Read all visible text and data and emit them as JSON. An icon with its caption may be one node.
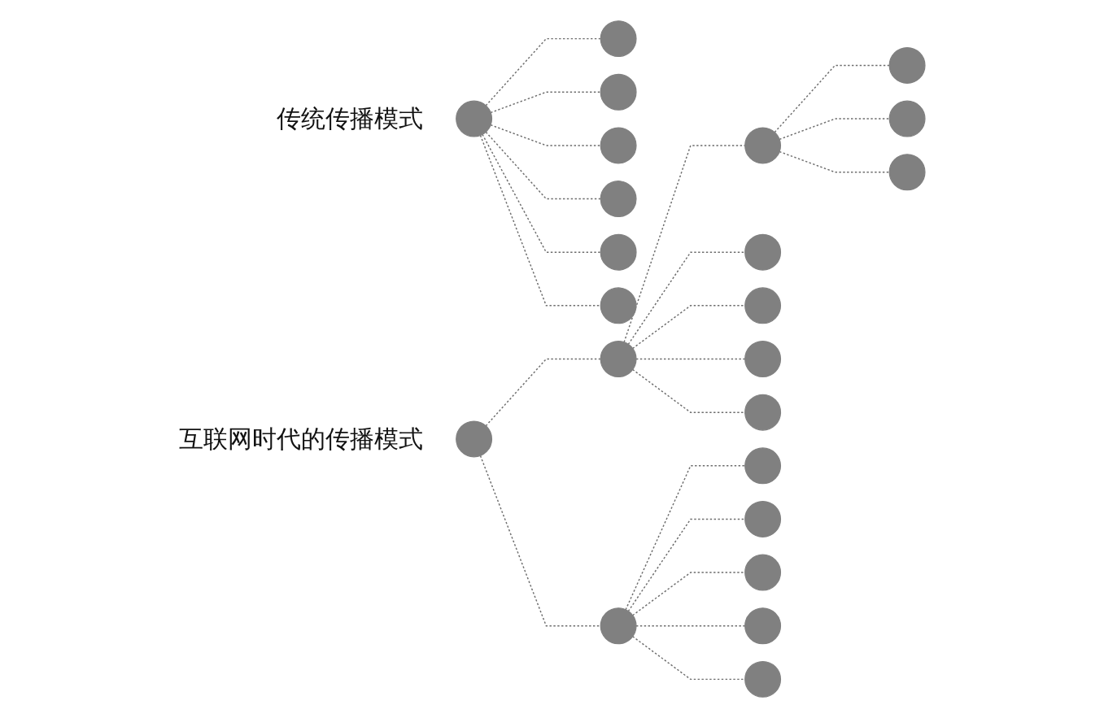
{
  "diagram": {
    "nodes": [
      {
        "text": [],
        "shape": "circle"
      },
      {
        "text": [],
        "shape": "circle"
      },
      {
        "text": [],
        "shape": "circle"
      },
      {
        "text": [],
        "shape": "circle"
      },
      {
        "text": [],
        "shape": "circle"
      },
      {
        "text": [],
        "shape": "circle"
      },
      {
        "text": [],
        "shape": "circle"
      },
      {
        "text": [],
        "shape": "circle"
      },
      {
        "text": [],
        "shape": "circle"
      },
      {
        "text": [],
        "shape": "circle"
      },
      {
        "text": [],
        "shape": "circle"
      },
      {
        "text": [],
        "shape": "circle"
      },
      {
        "text": [],
        "shape": "circle"
      },
      {
        "text": [],
        "shape": "circle"
      },
      {
        "text": [],
        "shape": "circle"
      },
      {
        "text": [],
        "shape": "circle"
      },
      {
        "text": [],
        "shape": "circle"
      },
      {
        "text": [],
        "shape": "circle"
      },
      {
        "text": [],
        "shape": "circle"
      },
      {
        "text": [],
        "shape": "circle"
      },
      {
        "text": [],
        "shape": "circle"
      },
      {
        "text": [],
        "shape": "circle"
      },
      {
        "text": [],
        "shape": "circle"
      }
    ],
    "edges": [
      {
        "from": 0,
        "to": 1,
        "arrow": "none",
        "style": "dashed"
      },
      {
        "from": 0,
        "to": 2,
        "arrow": "none",
        "style": "dashed"
      },
      {
        "from": 0,
        "to": 3,
        "arrow": "none",
        "style": "dashed"
      },
      {
        "from": 0,
        "to": 4,
        "arrow": "none",
        "style": "dashed"
      },
      {
        "from": 0,
        "to": 5,
        "arrow": "none",
        "style": "dashed"
      },
      {
        "from": 0,
        "to": 6,
        "arrow": "none",
        "style": "dashed"
      },
      {
        "from": 7,
        "to": 8,
        "arrow": "none",
        "style": "dashed"
      },
      {
        "from": 7,
        "to": 17,
        "arrow": "none",
        "style": "dashed"
      },
      {
        "from": 8,
        "to": 9,
        "arrow": "none",
        "style": "dashed"
      },
      {
        "from": 9,
        "to": 10,
        "arrow": "none",
        "style": "dashed"
      },
      {
        "from": 9,
        "to": 11,
        "arrow": "none",
        "style": "dashed"
      },
      {
        "from": 9,
        "to": 12,
        "arrow": "none",
        "style": "dashed"
      },
      {
        "from": 8,
        "to": 13,
        "arrow": "none",
        "style": "dashed"
      },
      {
        "from": 8,
        "to": 14,
        "arrow": "none",
        "style": "dashed"
      },
      {
        "from": 8,
        "to": 15,
        "arrow": "none",
        "style": "dashed"
      },
      {
        "from": 8,
        "to": 16,
        "arrow": "none",
        "style": "dashed"
      },
      {
        "from": 17,
        "to": 18,
        "arrow": "none",
        "style": "dashed"
      },
      {
        "from": 17,
        "to": 19,
        "arrow": "none",
        "style": "dashed"
      },
      {
        "from": 17,
        "to": 20,
        "arrow": "none",
        "style": "dashed"
      },
      {
        "from": 17,
        "to": 21,
        "arrow": "none",
        "style": "dashed"
      },
      {
        "from": 17,
        "to": 22,
        "arrow": "none",
        "style": "dashed"
      }
    ],
    "labels": [
      "传统传播模式",
      "互联网时代的传播模式"
    ]
  }
}
